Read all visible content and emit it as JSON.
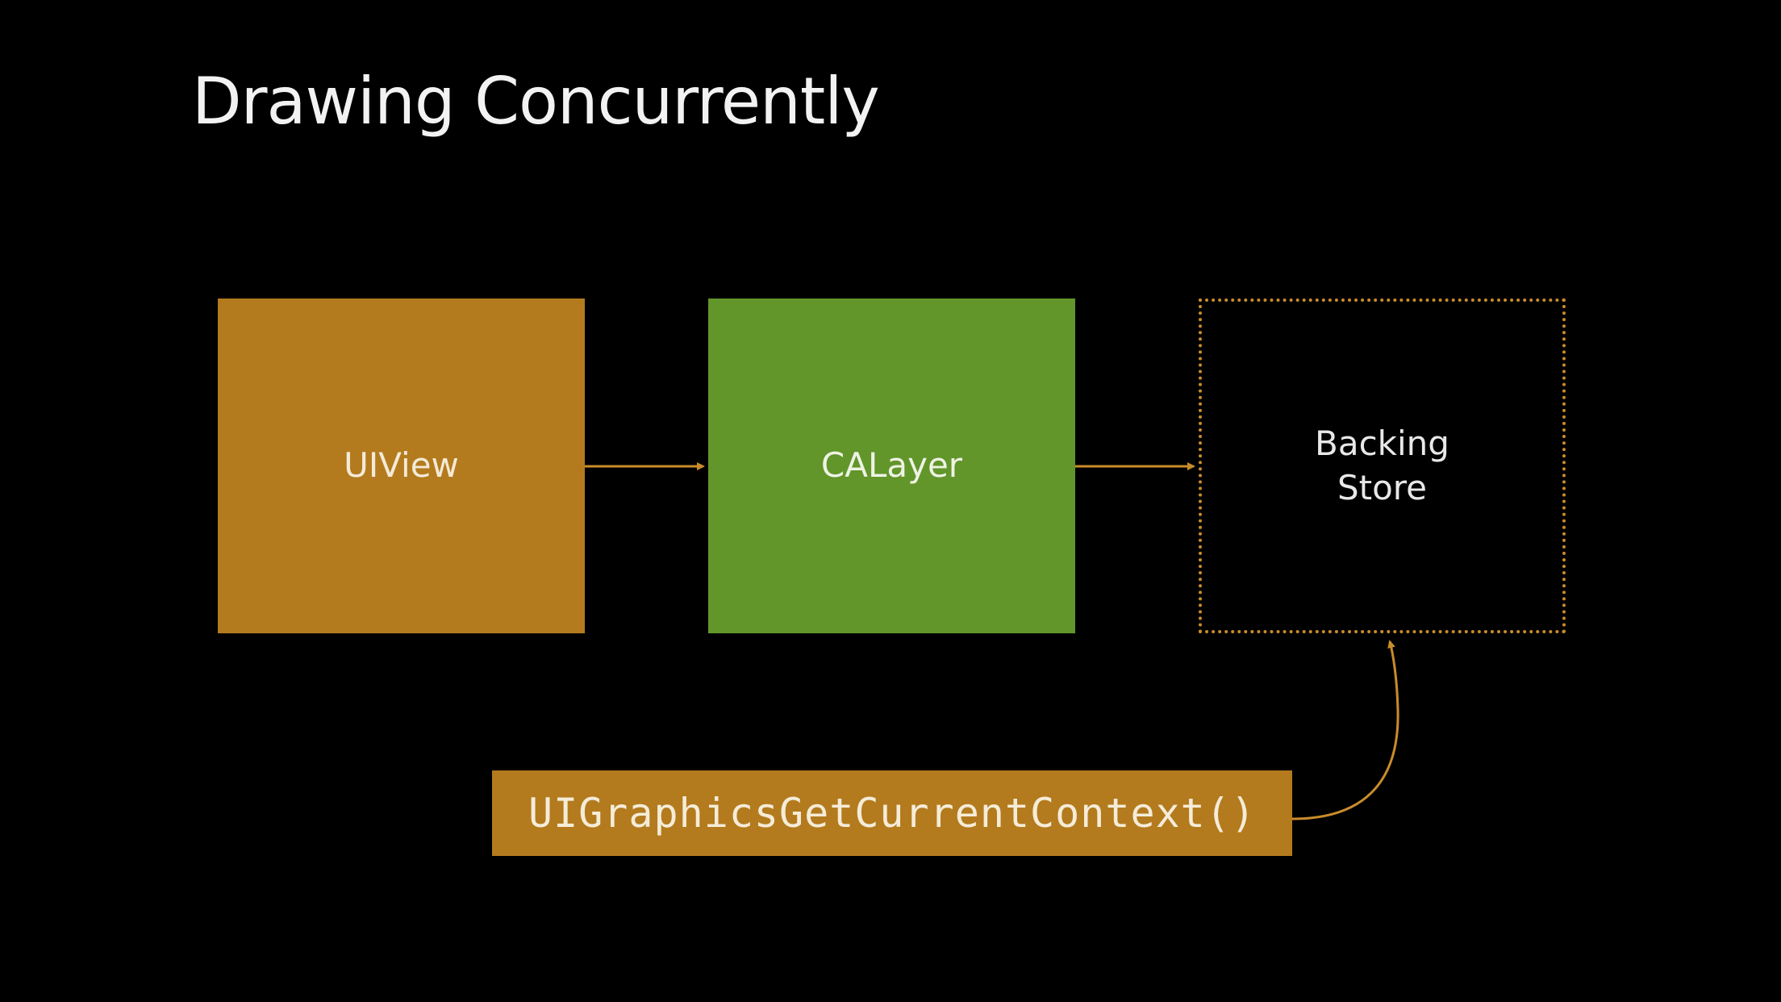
{
  "slide": {
    "title": "Drawing Concurrently"
  },
  "diagram": {
    "nodes": {
      "uiview": {
        "label": "UIView",
        "color": "#b37b1e"
      },
      "calayer": {
        "label": "CALayer",
        "color": "#62952a"
      },
      "backing_store": {
        "label_line1": "Backing",
        "label_line2": "Store",
        "border_color": "#c98c2a"
      },
      "context": {
        "label": "UIGraphicsGetCurrentContext()",
        "color": "#b37b1e"
      }
    },
    "edges": [
      {
        "from": "UIView",
        "to": "CALayer"
      },
      {
        "from": "CALayer",
        "to": "Backing Store"
      },
      {
        "from": "UIGraphicsGetCurrentContext()",
        "to": "Backing Store"
      }
    ],
    "arrow_color": "#c98c2a"
  }
}
